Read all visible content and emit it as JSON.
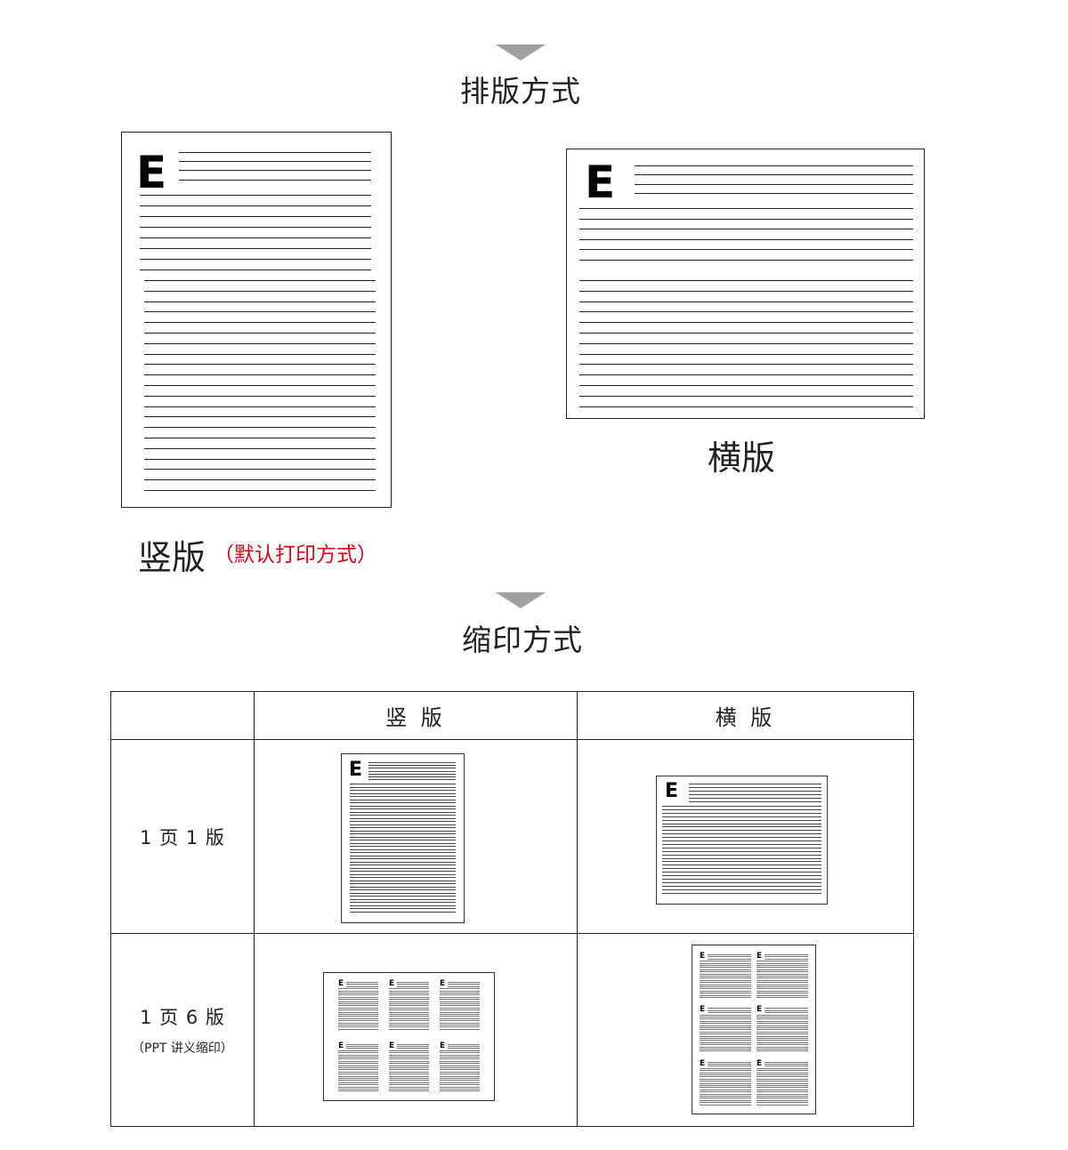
{
  "sections": {
    "layout_title": "排版方式",
    "shrink_title": "缩印方式"
  },
  "doc": {
    "glyph": "E"
  },
  "layout": {
    "portrait_label": "竖版",
    "portrait_note": "（默认打印方式）",
    "landscape_label": "横版"
  },
  "table": {
    "headers": [
      "",
      "竖 版",
      "横 版"
    ],
    "rows": [
      {
        "label": "1 页 1 版",
        "sub": ""
      },
      {
        "label": "1 页 6 版",
        "sub": "（PPT 讲义缩印）"
      }
    ]
  },
  "colors": {
    "accent_red": "#e60012",
    "arrow_gray": "#a0a0a0",
    "ink": "#222222"
  },
  "icons": {
    "section_marker": "down-triangle-icon"
  }
}
